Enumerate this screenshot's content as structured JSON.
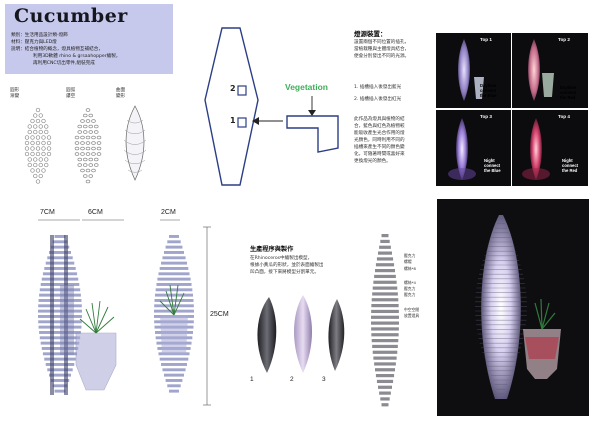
{
  "title": "Cucumber",
  "description": {
    "line1": "類別：生活用品設計類-燈飾",
    "line2": "材料：壓克力與LED燈",
    "line3": "說明：結合植物的概念，燈具植物互補結合，",
    "line4": "利用3D軟體 rhino & grsaahopper繪製，",
    "line5": "再利用CNC切出零件,組裝完成"
  },
  "shape_labels": {
    "round_a": "圓形",
    "round_b": "漸變",
    "mid_a": "圓弧",
    "mid_b": "鏤空",
    "right_a": "曲面",
    "right_b": "變形"
  },
  "diagram": {
    "num1": "1",
    "num2": "2",
    "vegetation": "Vegetation"
  },
  "light_text": {
    "heading": "燈源裝置：",
    "p1_l1": "設置兩個不同位置的插孔，",
    "p1_l2": "當植栽種與主體燈具結合，",
    "p1_l3": "便會分別發出不同的光源。",
    "item1": "1. 插槽插入後發出藍光",
    "item2": "2. 插槽插入後發出紅光",
    "p2_l1": "此作品為燈具與植物的結",
    "p2_l2": "合，藍色與紅色為植物較",
    "p2_l3": "能吸收產生光合作用的燈",
    "p2_l4": "光顏色，同時利用不同的",
    "p2_l5": "插槽來產生不同的顏色變",
    "p2_l6": "化，可隨著時間或喜好來",
    "p2_l7": "更換燈光的顏色。"
  },
  "photos": {
    "top1": "Top 1",
    "top2": "Top 2",
    "top3": "Top 3",
    "top4": "Top 4",
    "day_blue_1": "Daytime",
    "day_blue_2": "connect",
    "day_blue_3": "the Blue",
    "day_red_1": "Daytime",
    "day_red_2": "connect",
    "day_red_3": "the Red",
    "night_blue_1": "Night",
    "night_blue_2": "connect",
    "night_blue_3": "the Blue",
    "night_red_1": "Night",
    "night_red_2": "connect",
    "night_red_3": "the Red"
  },
  "dimensions": {
    "w7": "7CM",
    "w6": "6CM",
    "w2": "2CM",
    "h25": "25CM"
  },
  "production": {
    "heading": "生產程序與製作",
    "l1": "在Rhinoceros中繪製出模型，",
    "l2": "根據小黃瓜的形狀，並於表面繪製出",
    "l3": "凹凸面，接下來將模型分割單元。",
    "n1": "1",
    "n2": "2",
    "n3": "3"
  },
  "annotations": {
    "a1": "壓克力",
    "a2": "螺帽",
    "a3": "螺絲*8",
    "a4": "螺絲*4",
    "a5": "壓克力",
    "a6": "壓克力",
    "a7": "中空空間",
    "a8": "放置燈具"
  },
  "colors": {
    "title_bg": "#c7c9ec",
    "accent_green": "#3fae5a",
    "outline_blue": "#2c3f86"
  }
}
